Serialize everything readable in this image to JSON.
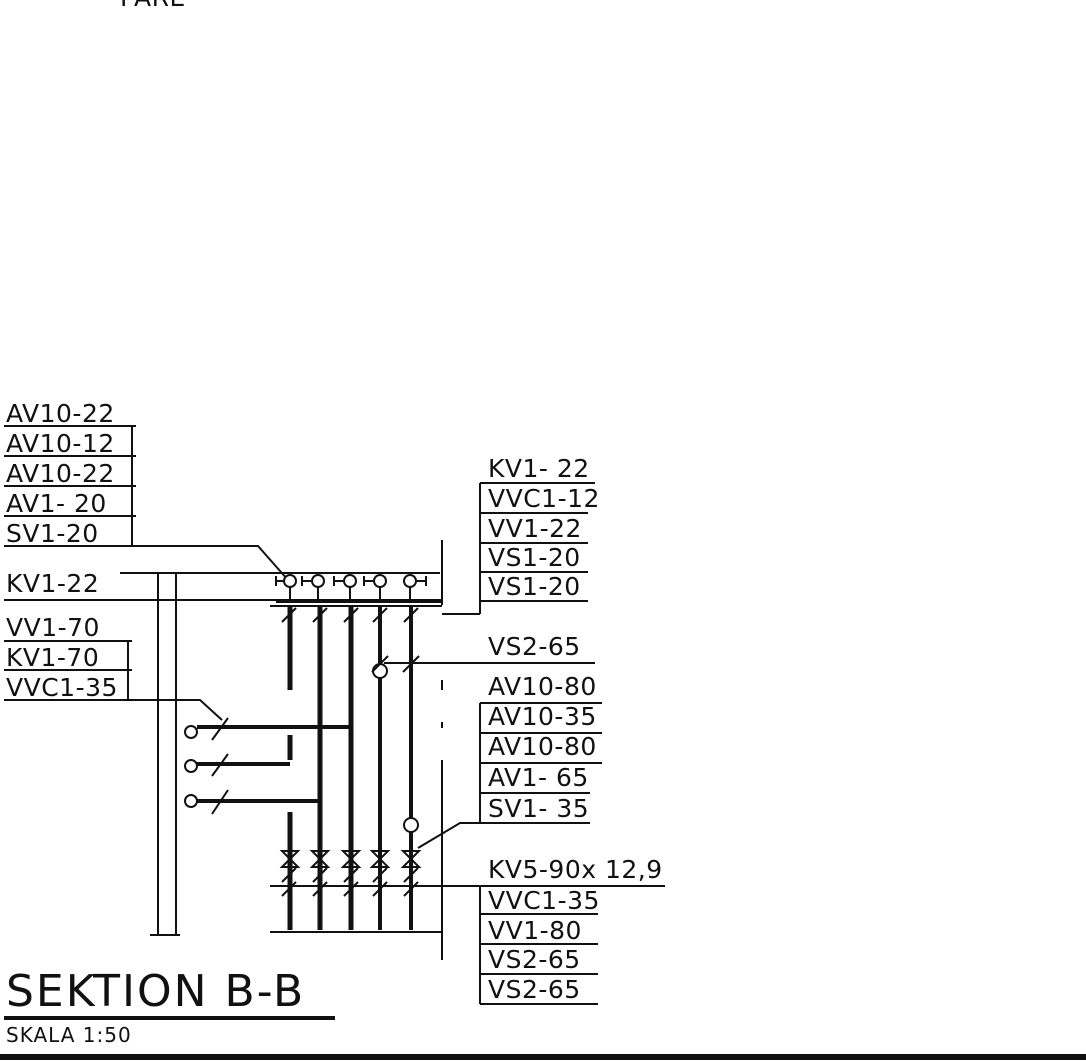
{
  "drawing": {
    "top_fragment": "PARE",
    "title": "SEKTION B-B",
    "subtitle": "SKALA 1:50",
    "left_labels_top": [
      "AV10-22",
      "AV10-12",
      "AV10-22",
      "AV1- 20",
      "SV1-20"
    ],
    "left_label_mid": "KV1-22",
    "left_labels_lower": [
      "VV1-70",
      "KV1-70",
      "VVC1-35"
    ],
    "right_labels_top": [
      "KV1- 22",
      "VVC1-12",
      "VV1-22",
      "VS1-20",
      "VS1-20"
    ],
    "right_label_mid": "VS2-65",
    "right_labels_mid_group": [
      "AV10-80",
      "AV10-35",
      "AV10-80",
      "AV1- 65",
      "SV1- 35"
    ],
    "right_labels_bottom": [
      "KV5-90x 12,9",
      "VVC1-35",
      "VV1-80",
      "VS2-65",
      "VS2-65"
    ]
  }
}
